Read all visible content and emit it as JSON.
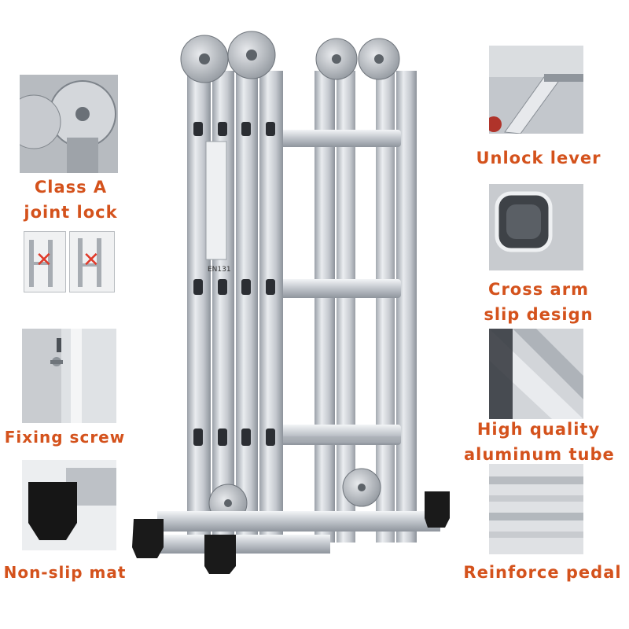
{
  "features": {
    "joint_lock": {
      "line1": "Class A",
      "line2": "joint lock"
    },
    "fixing_screw": "Fixing screw",
    "non_slip_mat": "Non-slip mat",
    "unlock_lever": "Unlock lever",
    "cross_arm": {
      "line1": "Cross arm",
      "line2": "slip design"
    },
    "aluminum_tube": {
      "line1": "High quality",
      "line2": "aluminum tube"
    },
    "reinforce_pedal": "Reinforce pedal"
  },
  "ladder": {
    "sticker_text": "EN131"
  },
  "colors": {
    "label": "#d4521c",
    "aluminum": "#c9ccd1",
    "foot": "#1a1a1a",
    "warning_x": "#e03a2a"
  }
}
